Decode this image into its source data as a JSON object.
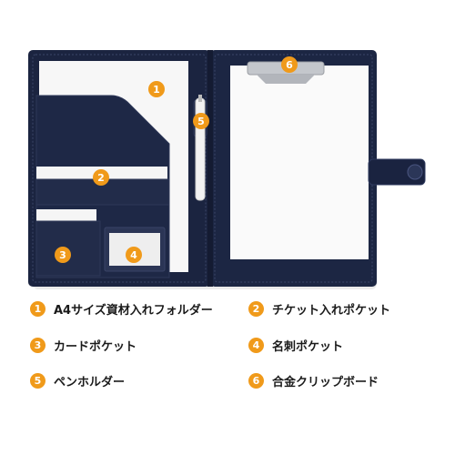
{
  "callouts": [
    {
      "id": "1",
      "label": "A4サイズ資材入れフォルダー"
    },
    {
      "id": "2",
      "label": "チケット入れポケット"
    },
    {
      "id": "3",
      "label": "カードポケット"
    },
    {
      "id": "4",
      "label": "名刺ポケット"
    },
    {
      "id": "5",
      "label": "ペンホルダー"
    },
    {
      "id": "6",
      "label": "合金クリップボード"
    }
  ],
  "colors": {
    "folder": "#1b2440",
    "paper": "#f7f7f7",
    "marker": "#f09a1a",
    "clip": "#c4c7cc"
  }
}
